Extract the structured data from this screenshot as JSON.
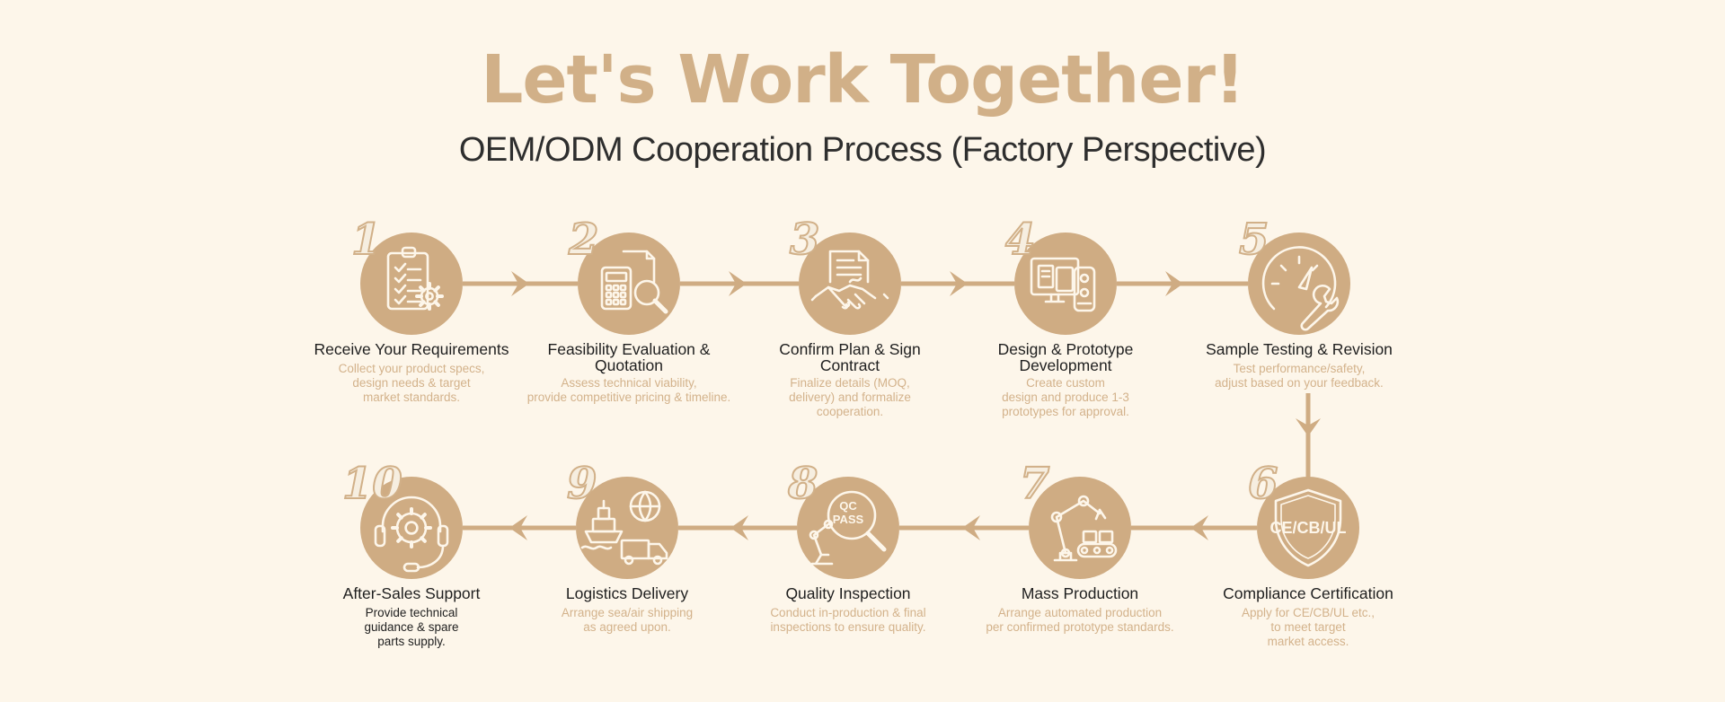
{
  "title": "Let's Work Together!",
  "subtitle": "OEM/ODM Cooperation Process (Factory Perspective)",
  "colors": {
    "accent": "#cfac83",
    "background": "#fdf6ea",
    "title": "#d1b088",
    "text": "#1f1f1f",
    "desc": "#d3b28b"
  },
  "steps": [
    {
      "number": "1",
      "title": "Receive Your Requirements",
      "desc": "Collect your product specs,\ndesign needs & target\nmarket standards.",
      "icon": "clipboard-gear-icon"
    },
    {
      "number": "2",
      "title": "Feasibility Evaluation &\nQuotation",
      "desc": "Assess technical viability,\nprovide competitive pricing & timeline.",
      "icon": "calculator-magnifier-icon"
    },
    {
      "number": "3",
      "title": "Confirm Plan & Sign\nContract",
      "desc": "Finalize details (MOQ,\ndelivery) and formalize\ncooperation.",
      "icon": "contract-handshake-icon"
    },
    {
      "number": "4",
      "title": "Design & Prototype\nDevelopment",
      "desc": "Create custom\ndesign and produce 1-3\nprototypes for approval.",
      "icon": "monitor-prototype-icon"
    },
    {
      "number": "5",
      "title": "Sample Testing & Revision",
      "desc": "Test performance/safety,\nadjust based on your feedback.",
      "icon": "gauge-wrench-icon"
    },
    {
      "number": "6",
      "title": "Compliance Certification",
      "desc": "Apply for CE/CB/UL etc.,\nto meet target\nmarket access.",
      "icon": "shield-certification-icon",
      "badge": "CE/CB/UL"
    },
    {
      "number": "7",
      "title": "Mass Production",
      "desc": "Arrange automated production\nper confirmed prototype standards.",
      "icon": "robot-arm-icon"
    },
    {
      "number": "8",
      "title": "Quality Inspection",
      "desc": "Conduct in-production & final\ninspections to ensure quality.",
      "icon": "qc-pass-magnifier-icon",
      "badge": "QC\nPASS"
    },
    {
      "number": "9",
      "title": "Logistics Delivery",
      "desc": "Arrange sea/air shipping\nas agreed upon.",
      "icon": "ship-truck-globe-icon"
    },
    {
      "number": "10",
      "title": "After-Sales Support",
      "desc": "Provide technical\nguidance & spare\nparts supply.",
      "icon": "headset-gear-icon"
    }
  ]
}
